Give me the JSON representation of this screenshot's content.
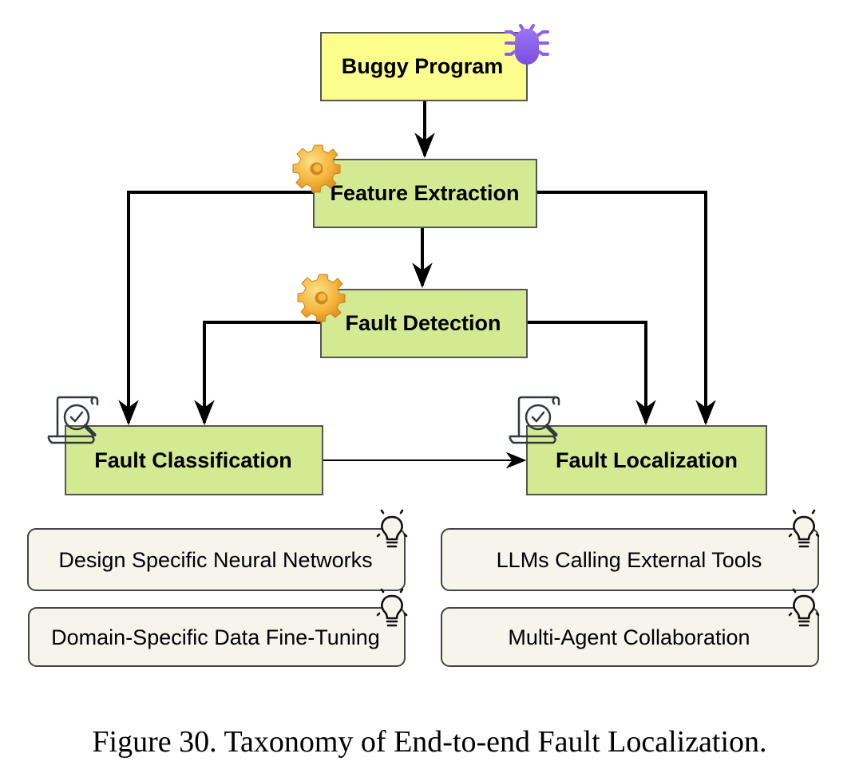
{
  "diagram": {
    "nodes": {
      "buggy_program": {
        "label": "Buggy Program",
        "fill": "#fbfd8d",
        "icon": "bug-icon"
      },
      "feature_extraction": {
        "label": "Feature Extraction",
        "fill": "#d4ea92",
        "icon": "gear-icon"
      },
      "fault_detection": {
        "label": "Fault Detection",
        "fill": "#d4ea92",
        "icon": "gear-icon"
      },
      "fault_classification": {
        "label": "Fault Classification",
        "fill": "#d4ea92",
        "icon": "document-check-search-icon"
      },
      "fault_localization": {
        "label": "Fault Localization",
        "fill": "#d4ea92",
        "icon": "document-check-search-icon"
      }
    },
    "methods": {
      "left": [
        {
          "label": "Design Specific Neural Networks",
          "icon": "lightbulb-icon"
        },
        {
          "label": "Domain-Specific Data Fine-Tuning",
          "icon": "lightbulb-icon"
        }
      ],
      "right": [
        {
          "label": "LLMs Calling External Tools",
          "icon": "lightbulb-icon"
        },
        {
          "label": "Multi-Agent Collaboration",
          "icon": "lightbulb-icon"
        }
      ],
      "fill": "#f7f4ec"
    },
    "edges": [
      {
        "from": "Buggy Program",
        "to": "Feature Extraction"
      },
      {
        "from": "Feature Extraction",
        "to": "Fault Detection"
      },
      {
        "from": "Feature Extraction",
        "to": "Fault Classification"
      },
      {
        "from": "Feature Extraction",
        "to": "Fault Localization"
      },
      {
        "from": "Fault Detection",
        "to": "Fault Classification"
      },
      {
        "from": "Fault Detection",
        "to": "Fault Localization"
      },
      {
        "from": "Fault Classification",
        "to": "Fault Localization"
      }
    ],
    "colors": {
      "bug": "#8b5cf6",
      "gear": "#f2b43a",
      "stroke": "#000000"
    }
  },
  "caption": "Figure 30. Taxonomy of End-to-end Fault Localization."
}
